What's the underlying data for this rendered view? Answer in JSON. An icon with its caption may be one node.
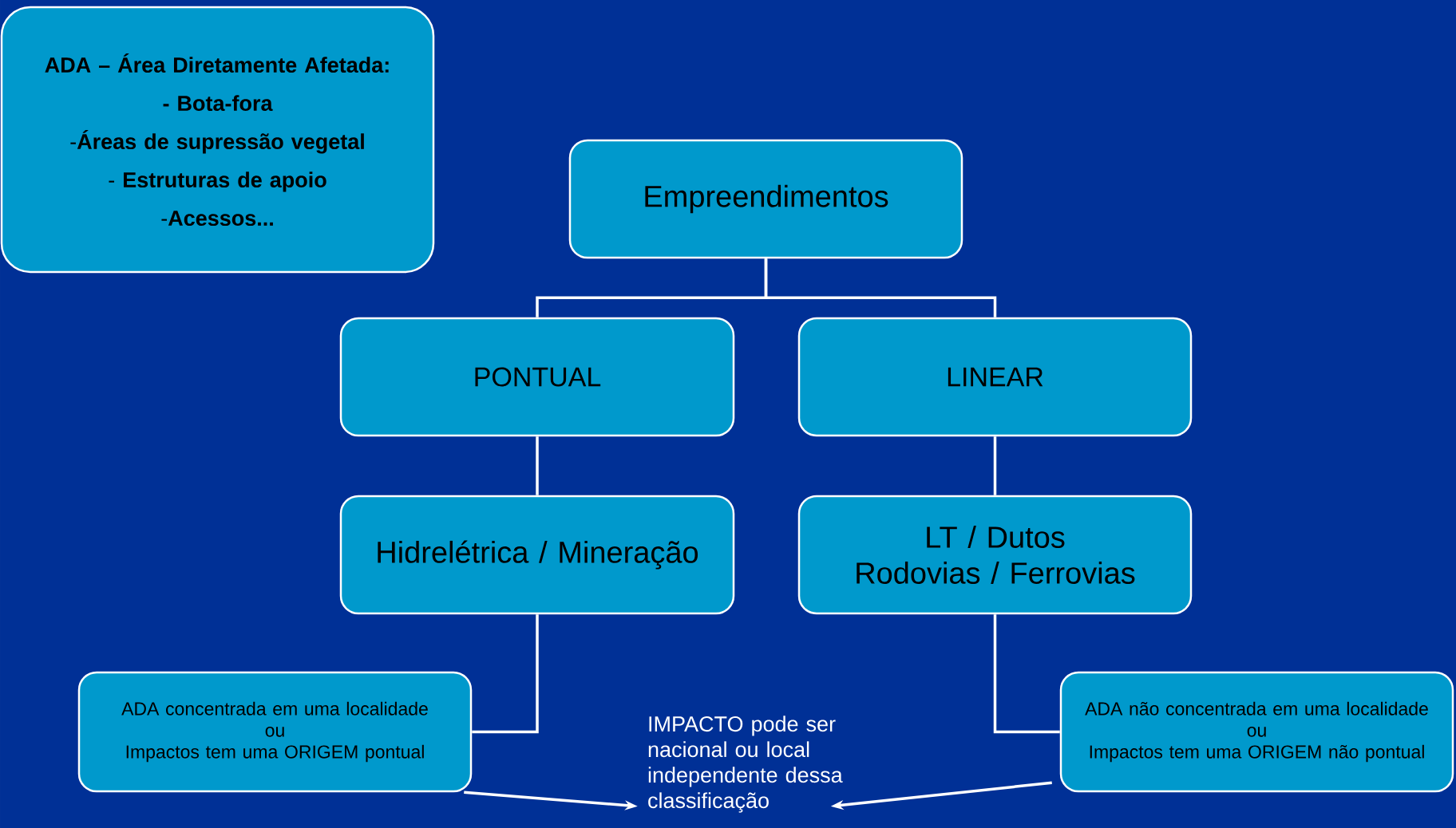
{
  "diagram": {
    "nodes": [
      {
        "text": [
          "ADA – Área Diretamente Afetada:",
          "- Bota-fora",
          "-**Áreas de supressão vegetal**",
          "- **Estruturas de apoio**",
          "-**Acessos...**"
        ]
      },
      {
        "text": [
          "Empreendimentos"
        ]
      },
      {
        "text": [
          "PONTUAL"
        ]
      },
      {
        "text": [
          "LINEAR"
        ]
      },
      {
        "text": [
          "Hidrelétrica / Mineração"
        ]
      },
      {
        "text": [
          "LT / Dutos",
          "Rodovias / Ferrovias"
        ]
      },
      {
        "text": [
          "ADA concentrada em uma localidade",
          "ou",
          "Impactos tem uma ORIGEM pontual"
        ]
      },
      {
        "text": [
          "ADA não concentrada em uma localidade",
          "ou",
          "Impactos tem uma ORIGEM não pontual"
        ]
      },
      {
        "text": [
          "IMPACTO pode ser nacional ou local independente dessa classificação"
        ]
      }
    ],
    "edges": [
      {
        "from": 1,
        "to": 2,
        "arrow": "none"
      },
      {
        "from": 1,
        "to": 3,
        "arrow": "none"
      },
      {
        "from": 2,
        "to": 4,
        "arrow": "none"
      },
      {
        "from": 3,
        "to": 5,
        "arrow": "none"
      },
      {
        "from": 4,
        "to": 6,
        "arrow": "none"
      },
      {
        "from": 5,
        "to": 7,
        "arrow": "none"
      },
      {
        "from": 6,
        "to": 8,
        "arrow": "to"
      },
      {
        "from": 7,
        "to": 8,
        "arrow": "to"
      }
    ]
  }
}
